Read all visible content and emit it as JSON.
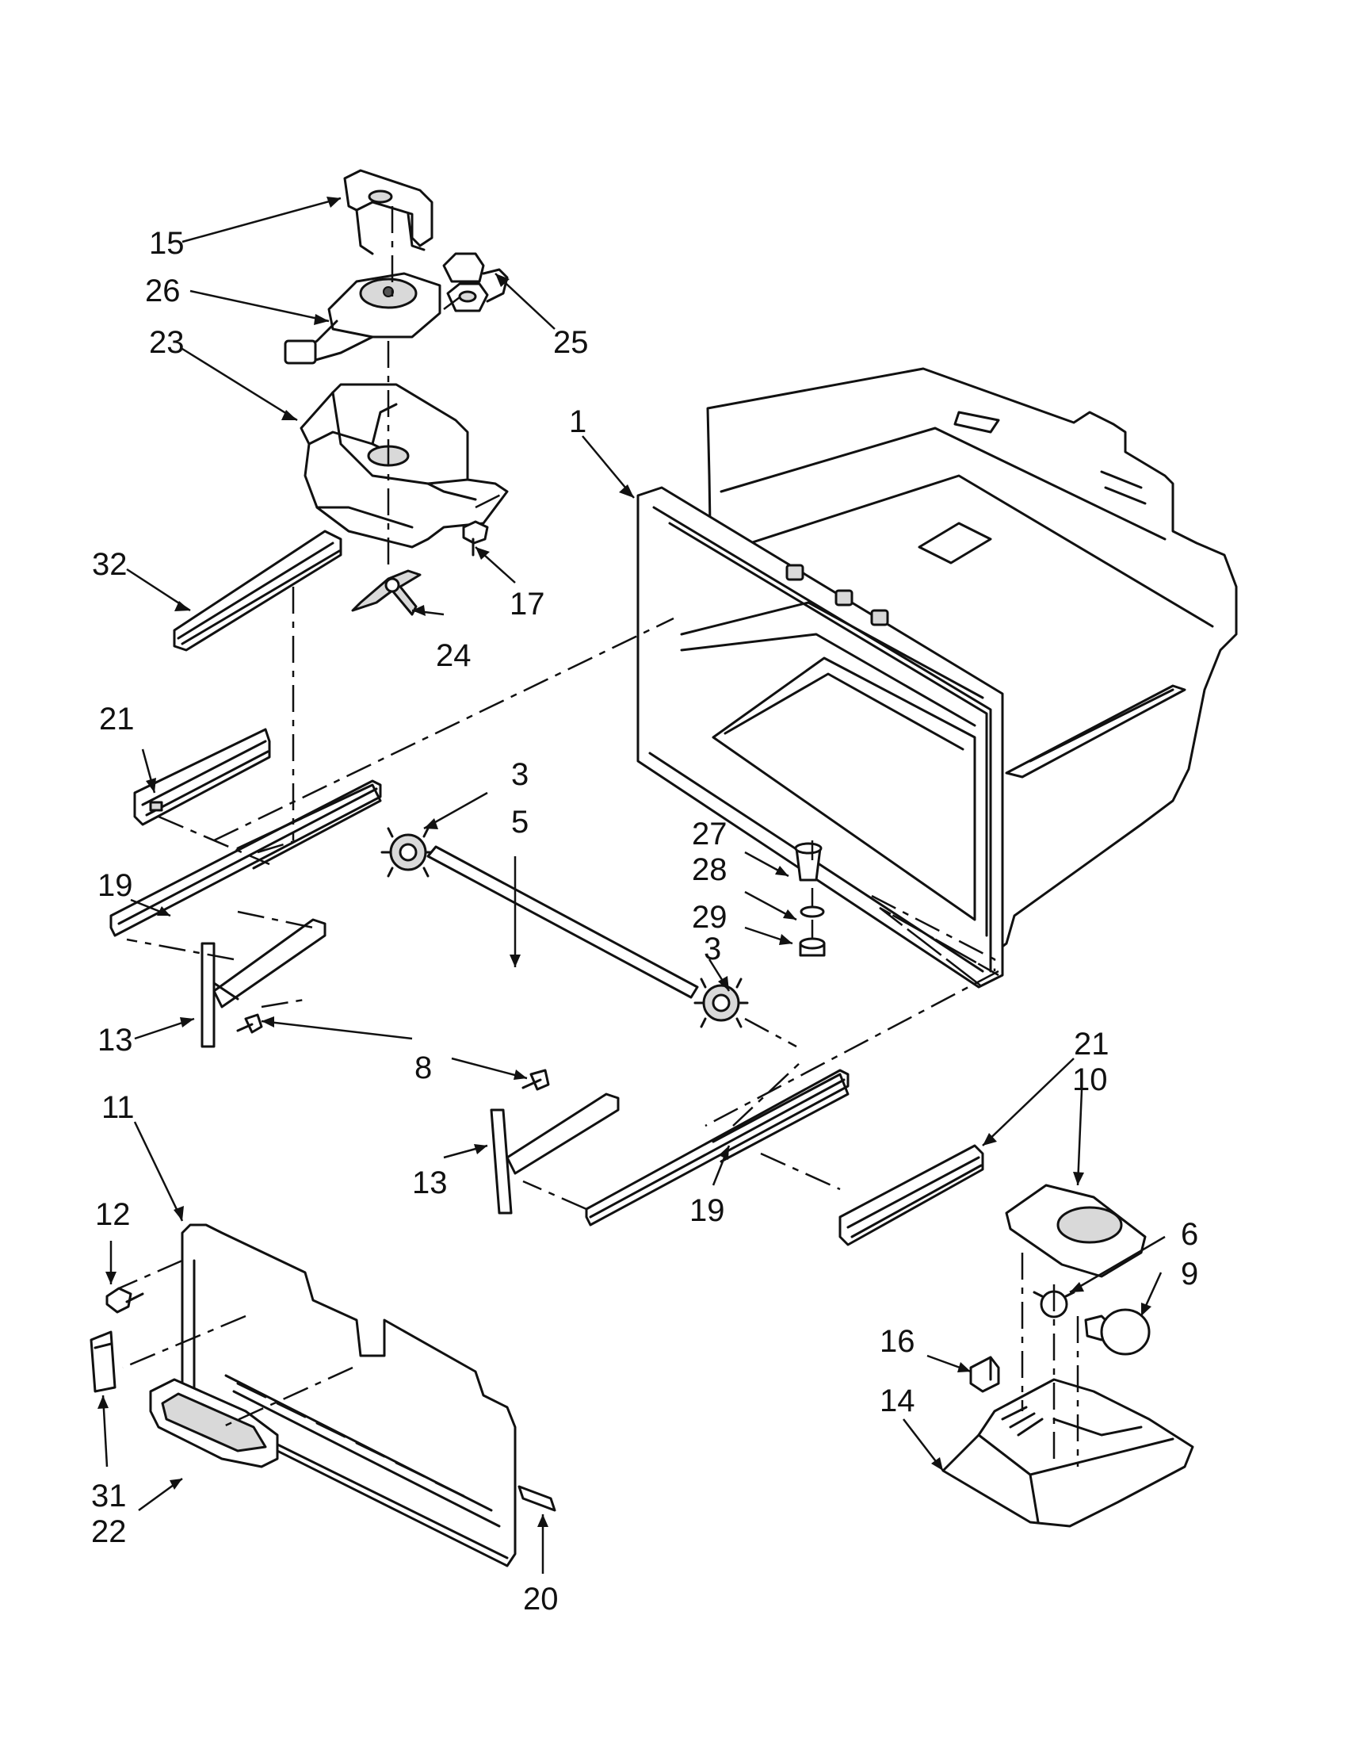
{
  "callouts": [
    {
      "id": "c15",
      "text": "15"
    },
    {
      "id": "c26",
      "text": "26"
    },
    {
      "id": "c23",
      "text": "23"
    },
    {
      "id": "c25",
      "text": "25"
    },
    {
      "id": "c1",
      "text": "1"
    },
    {
      "id": "c32",
      "text": "32"
    },
    {
      "id": "c17",
      "text": "17"
    },
    {
      "id": "c24",
      "text": "24"
    },
    {
      "id": "c21a",
      "text": "21"
    },
    {
      "id": "c3a",
      "text": "3"
    },
    {
      "id": "c5",
      "text": "5"
    },
    {
      "id": "c27",
      "text": "27"
    },
    {
      "id": "c28",
      "text": "28"
    },
    {
      "id": "c29",
      "text": "29"
    },
    {
      "id": "c3b",
      "text": "3"
    },
    {
      "id": "c19a",
      "text": "19"
    },
    {
      "id": "c13a",
      "text": "13"
    },
    {
      "id": "c8",
      "text": "8"
    },
    {
      "id": "c21b",
      "text": "21"
    },
    {
      "id": "c10",
      "text": "10"
    },
    {
      "id": "c11",
      "text": "11"
    },
    {
      "id": "c13b",
      "text": "13"
    },
    {
      "id": "c19b",
      "text": "19"
    },
    {
      "id": "c12",
      "text": "12"
    },
    {
      "id": "c6",
      "text": "6"
    },
    {
      "id": "c9",
      "text": "9"
    },
    {
      "id": "c16",
      "text": "16"
    },
    {
      "id": "c14",
      "text": "14"
    },
    {
      "id": "c31",
      "text": "31"
    },
    {
      "id": "c22",
      "text": "22"
    },
    {
      "id": "c20",
      "text": "20"
    }
  ]
}
